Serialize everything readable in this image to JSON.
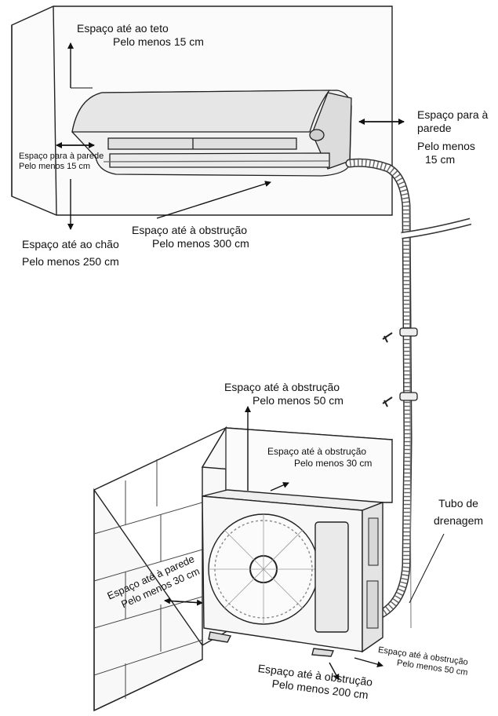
{
  "labels": {
    "ceiling": {
      "line1": "Espaço até ao teto",
      "line2": "Pelo menos 15 cm"
    },
    "indoor_right_wall": {
      "line1": "Espaço para à",
      "line2": "parede",
      "line3": "Pelo menos",
      "line4": "15 cm"
    },
    "indoor_left_wall": {
      "line1": "Espaço para à parede",
      "line2": "Pelo menos 15 cm"
    },
    "floor": {
      "line1": "Espaço até ao chão",
      "line2": "Pelo menos 250 cm"
    },
    "indoor_front": {
      "line1": "Espaço até à obstrução",
      "line2": "Pelo menos 300 cm"
    },
    "outdoor_top": {
      "line1": "Espaço até à obstrução",
      "line2": "Pelo menos 50 cm"
    },
    "outdoor_back": {
      "line1": "Espaço até à obstrução",
      "line2": "Pelo menos 30 cm"
    },
    "drain": {
      "line1": "Tubo de",
      "line2": "drenagem"
    },
    "outdoor_left_wall": {
      "line1": "Espaço até à parede",
      "line2": "Pelo menos 30 cm"
    },
    "outdoor_right": {
      "line1": "Espaço até à obstrução",
      "line2": "Pelo menos 50 cm"
    },
    "outdoor_front": {
      "line1": "Espaço até à obstrução",
      "line2": "Pelo menos 200 cm"
    }
  }
}
